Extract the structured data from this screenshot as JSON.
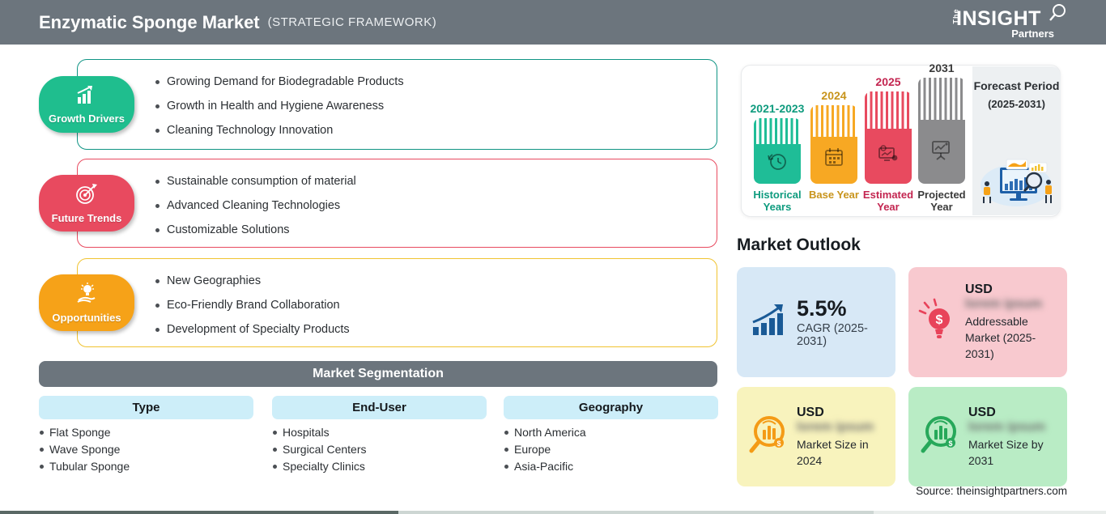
{
  "header": {
    "title": "Enzymatic Sponge Market",
    "subtitle": "(STRATEGIC FRAMEWORK)",
    "logo": {
      "the": "The",
      "insight": "INSIGHT",
      "partners": "Partners"
    }
  },
  "sections": [
    {
      "label": "Growth Drivers",
      "badge_color": "#1fbe8e",
      "border_color": "#0f9484",
      "icon": "growth-chart-icon",
      "items": [
        "Growing Demand for Biodegradable Products",
        "Growth in Health and Hygiene Awareness",
        "Cleaning Technology Innovation"
      ]
    },
    {
      "label": "Future Trends",
      "badge_color": "#e84a5f",
      "border_color": "#e84a5f",
      "icon": "target-dart-icon",
      "items": [
        "Sustainable consumption of material",
        "Advanced Cleaning Technologies",
        "Customizable Solutions"
      ]
    },
    {
      "label": "Opportunities",
      "badge_color": "#f6a218",
      "border_color": "#f0c330",
      "icon": "hand-lightbulb-icon",
      "items": [
        "New Geographies",
        "Eco-Friendly Brand Collaboration",
        "Development of Specialty Products"
      ]
    }
  ],
  "segmentation": {
    "title": "Market Segmentation",
    "columns": [
      {
        "header": "Type",
        "items": [
          "Flat Sponge",
          "Wave Sponge",
          "Tubular Sponge"
        ]
      },
      {
        "header": "End-User",
        "items": [
          "Hospitals",
          "Surgical Centers",
          "Specialty Clinics"
        ]
      },
      {
        "header": "Geography",
        "items": [
          "North America",
          "Europe",
          "Asia-Pacific"
        ]
      }
    ]
  },
  "timeline": {
    "bars": [
      {
        "year": "2021-2023",
        "label": "Historical Years",
        "color": "#1fbd97",
        "text_color": "#0e9b7e",
        "icon": "clock-history-icon"
      },
      {
        "year": "2024",
        "label": "Base Year",
        "color": "#f7a823",
        "text_color": "#c8941c",
        "icon": "calendar-icon"
      },
      {
        "year": "2025",
        "label": "Estimated Year",
        "color": "#e84a5f",
        "text_color": "#c32550",
        "icon": "estimate-monitor-icon"
      },
      {
        "year": "2031",
        "label": "Projected Year",
        "color": "#8b8b8d",
        "text_color": "#3a3a3a",
        "icon": "projection-screen-icon"
      }
    ],
    "forecast": {
      "title": "Forecast Period",
      "range": "(2025-2031)"
    }
  },
  "outlook": {
    "title": "Market Outlook",
    "cards": [
      {
        "value": "5.5%",
        "caption": "CAGR (2025-2031)",
        "bg": "#d7e8f6",
        "icon": "bar-growth-icon"
      },
      {
        "currency": "USD",
        "blurred": "lorem ipsum",
        "caption": "Addressable Market (2025-2031)",
        "bg": "#f8c9cf",
        "icon": "dollar-bulb-icon"
      },
      {
        "currency": "USD",
        "blurred": "lorem ipsum",
        "caption": "Market Size in 2024",
        "bg": "#f8f3bd",
        "icon": "magnifier-chart-icon"
      },
      {
        "currency": "USD",
        "blurred": "lorem ipsum",
        "caption": "Market Size by 2031",
        "bg": "#b9ecc5",
        "icon": "magnifier-chart-icon"
      }
    ],
    "source": "Source: theinsightpartners.com"
  }
}
